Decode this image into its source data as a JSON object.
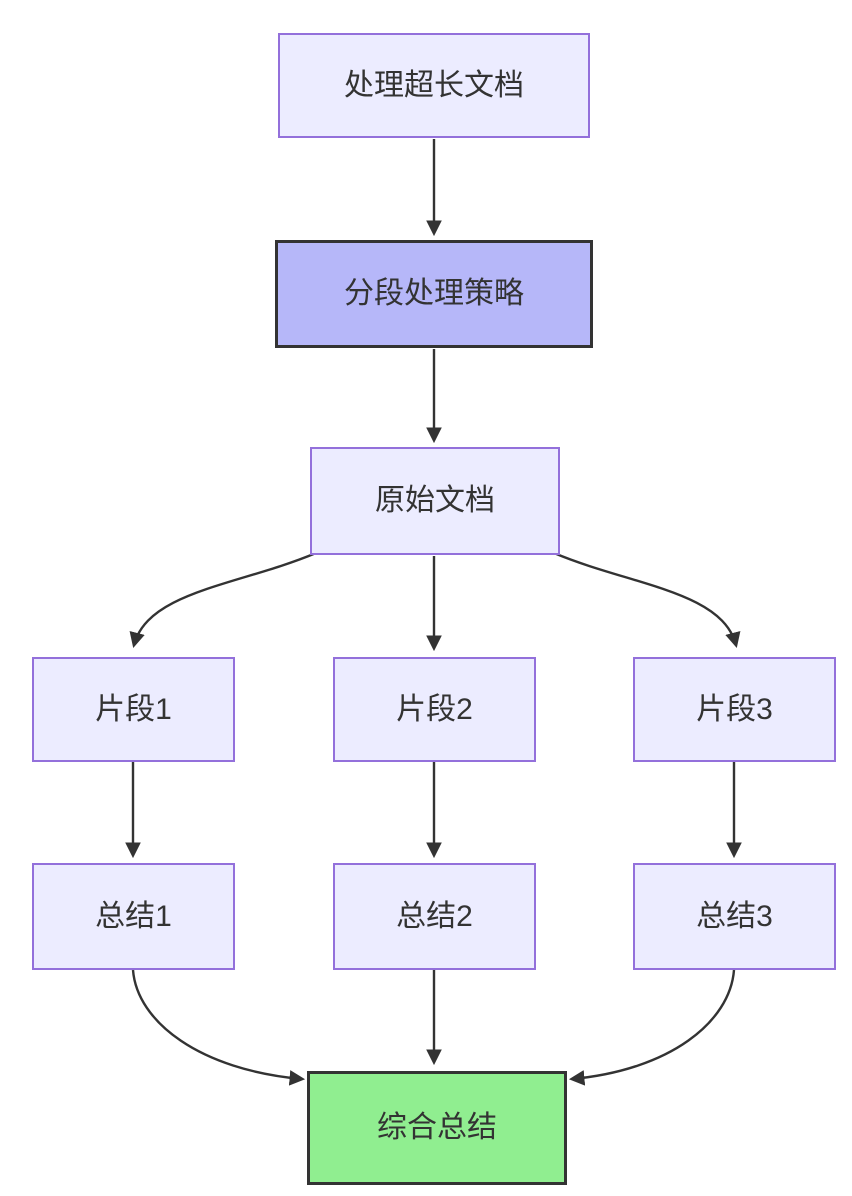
{
  "diagram": {
    "type": "flowchart",
    "direction": "top-down",
    "background": "#ffffff",
    "nodes": [
      {
        "id": "A",
        "label": "处理超长文档",
        "style": "default"
      },
      {
        "id": "B",
        "label": "分段处理策略",
        "style": "highlight"
      },
      {
        "id": "C",
        "label": "原始文档",
        "style": "default"
      },
      {
        "id": "D",
        "label": "片段1",
        "style": "default"
      },
      {
        "id": "E",
        "label": "片段2",
        "style": "default"
      },
      {
        "id": "F",
        "label": "片段3",
        "style": "default"
      },
      {
        "id": "G",
        "label": "总结1",
        "style": "default"
      },
      {
        "id": "H",
        "label": "总结2",
        "style": "default"
      },
      {
        "id": "I",
        "label": "总结3",
        "style": "default"
      },
      {
        "id": "J",
        "label": "综合总结",
        "style": "result"
      }
    ],
    "edges": [
      {
        "from": "处理超长文档",
        "to": "分段处理策略"
      },
      {
        "from": "分段处理策略",
        "to": "原始文档"
      },
      {
        "from": "原始文档",
        "to": "片段1"
      },
      {
        "from": "原始文档",
        "to": "片段2"
      },
      {
        "from": "原始文档",
        "to": "片段3"
      },
      {
        "from": "片段1",
        "to": "总结1"
      },
      {
        "from": "片段2",
        "to": "总结2"
      },
      {
        "from": "片段3",
        "to": "总结3"
      },
      {
        "from": "总结1",
        "to": "综合总结"
      },
      {
        "from": "总结2",
        "to": "综合总结"
      },
      {
        "from": "总结3",
        "to": "综合总结"
      }
    ],
    "colors": {
      "node_fill": "#ECECFF",
      "node_border": "#9370DB",
      "highlight_fill": "#b6b7f9",
      "highlight_border": "#333333",
      "result_fill": "#90EE90",
      "result_border": "#333333",
      "edge": "#333333",
      "text": "#333333"
    }
  }
}
